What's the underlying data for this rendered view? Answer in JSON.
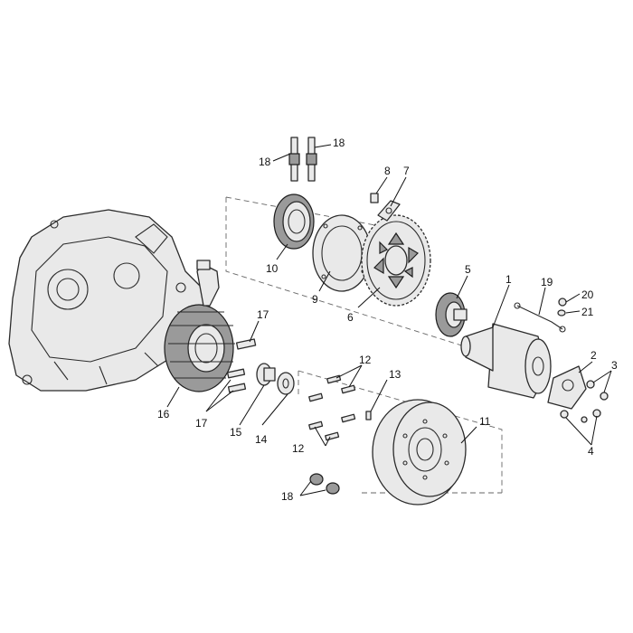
{
  "diagram": {
    "callouts": [
      {
        "id": "c1",
        "text": "1"
      },
      {
        "id": "c2",
        "text": "2"
      },
      {
        "id": "c3",
        "text": "3"
      },
      {
        "id": "c4",
        "text": "4"
      },
      {
        "id": "c5",
        "text": "5"
      },
      {
        "id": "c6",
        "text": "6"
      },
      {
        "id": "c7",
        "text": "7"
      },
      {
        "id": "c8",
        "text": "8"
      },
      {
        "id": "c9",
        "text": "9"
      },
      {
        "id": "c10",
        "text": "10"
      },
      {
        "id": "c11",
        "text": "11"
      },
      {
        "id": "c12a",
        "text": "12"
      },
      {
        "id": "c12b",
        "text": "12"
      },
      {
        "id": "c12c",
        "text": "12"
      },
      {
        "id": "c13",
        "text": "13"
      },
      {
        "id": "c14",
        "text": "14"
      },
      {
        "id": "c15",
        "text": "15"
      },
      {
        "id": "c16",
        "text": "16"
      },
      {
        "id": "c17a",
        "text": "17"
      },
      {
        "id": "c17b",
        "text": "17"
      },
      {
        "id": "c18a",
        "text": "18"
      },
      {
        "id": "c18b",
        "text": "18"
      },
      {
        "id": "c18c",
        "text": "18"
      },
      {
        "id": "c19",
        "text": "19"
      },
      {
        "id": "c20",
        "text": "20"
      },
      {
        "id": "c21",
        "text": "21"
      }
    ]
  }
}
